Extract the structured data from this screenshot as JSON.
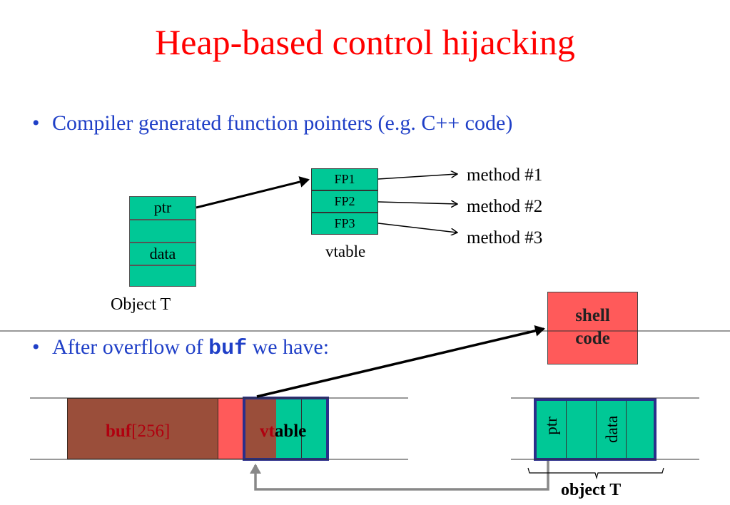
{
  "slide": {
    "title": "Heap-based control hijacking",
    "bullet1": "Compiler generated function pointers   (e.g.  C++ code)",
    "bullet2_prefix": "After overflow of ",
    "bullet2_code": "buf",
    "bullet2_suffix": " we have:"
  },
  "object_t": {
    "ptr_label": "ptr",
    "data_label": "data",
    "caption": "Object  T"
  },
  "vtable": {
    "entries": [
      "FP1",
      "FP2",
      "FP3"
    ],
    "caption": "vtable",
    "methods": [
      "method #1",
      "method #2",
      "method #3"
    ]
  },
  "overflow": {
    "buf_name": "buf",
    "buf_size": "[256]",
    "vtable_red_part": "vt",
    "vtable_rest": "able",
    "shellcode_line1": "shell",
    "shellcode_line2": "code",
    "objT_ptr": "ptr",
    "objT_data": "data",
    "objT_caption": "object T"
  },
  "colors": {
    "title": "#ff0000",
    "bullet": "#1f3fc7",
    "teal": "#00c896",
    "buf_brown": "#9a4e3a",
    "overflow_red": "#ff5a5a",
    "frame_navy": "#2b2e8a",
    "label_darkred": "#b0000f",
    "arrow_gray": "#888888"
  }
}
